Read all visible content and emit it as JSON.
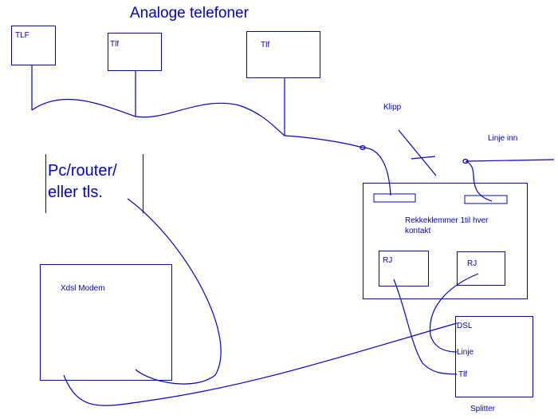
{
  "title": "Analoge telefoner",
  "phones": [
    "TLF",
    "Tlf",
    "Tlf"
  ],
  "pc": {
    "line1": "Pc/router/",
    "line2": "eller tls."
  },
  "modem": "Xdsl Modem",
  "clip": "Klipp",
  "line_in": "Linje inn",
  "terminal": {
    "line1": "Rekkeklemmer 1til hver",
    "line2": "kontakt",
    "rj1": "RJ",
    "rj2": "RJ"
  },
  "splitter": {
    "label": "Splitter",
    "dsl": "DSL",
    "linje": "Linje",
    "tlf": "Tlf"
  },
  "colors": {
    "ink": "#0000cc"
  }
}
